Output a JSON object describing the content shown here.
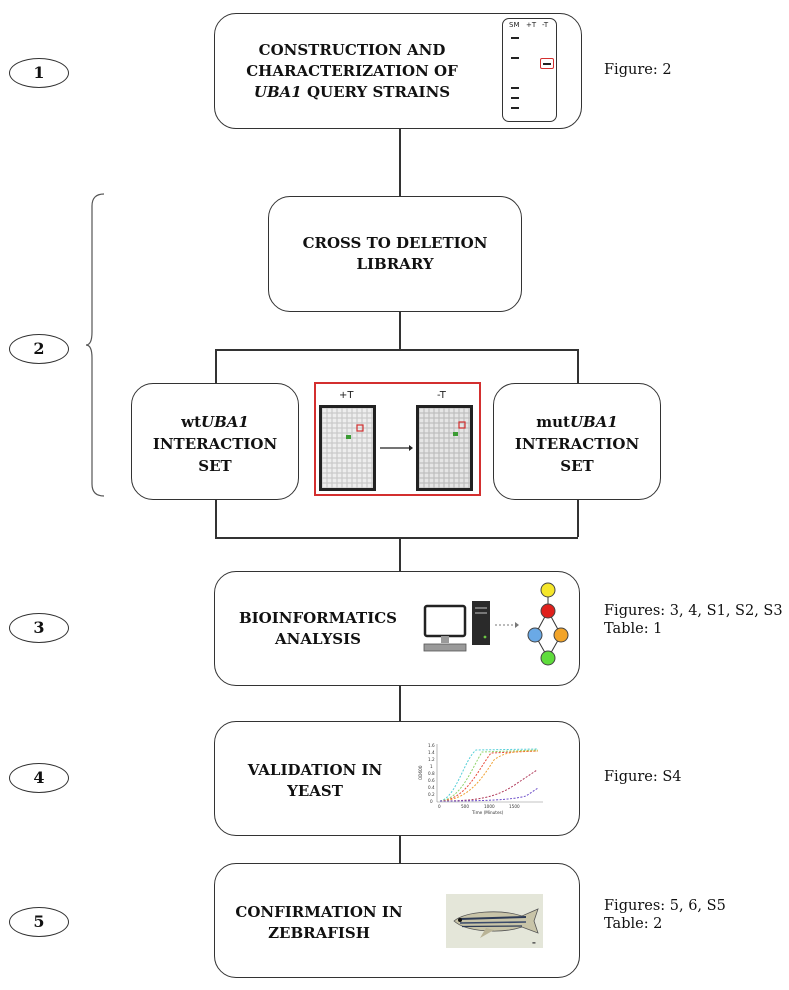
{
  "steps": [
    {
      "num": "1",
      "title_line1": "CONSTRUCTION AND",
      "title_line2": "CHARACTERIZATION OF",
      "title_line3_italic": "UBA1",
      "title_line3_rest": " QUERY STRAINS",
      "refs_line1": "Figure: 2",
      "refs_line2": ""
    },
    {
      "num": "2",
      "title_line1": "CROSS TO DELETION",
      "title_line2": "LIBRARY"
    },
    {
      "num": "3",
      "title_line1": "BIOINFORMATICS",
      "title_line2": "ANALYSIS",
      "refs_line1": "Figures: 3, 4, S1, S2, S3",
      "refs_line2": "Table: 1"
    },
    {
      "num": "4",
      "title_line1": "VALIDATION IN",
      "title_line2": "YEAST",
      "refs_line1": "Figure: S4",
      "refs_line2": ""
    },
    {
      "num": "5",
      "title_line1": "CONFIRMATION IN",
      "title_line2": "ZEBRAFISH",
      "refs_line1": "Figures: 5, 6, S5",
      "refs_line2": "Table: 2"
    }
  ],
  "interaction_sets": {
    "wt_prefix": "wt",
    "wt_gene": "UBA1",
    "wt_line2": "INTERACTION",
    "wt_line3": "SET",
    "mut_prefix": "mut",
    "mut_gene": "UBA1",
    "mut_line2": "INTERACTION",
    "mut_line3": "SET"
  },
  "gel": {
    "lane_labels": [
      "SM",
      "+T",
      "-T"
    ]
  },
  "plates": {
    "left_label": "+T",
    "right_label": "-T"
  },
  "growth_plot": {
    "ylabel": "OD600",
    "xlabel": "Time (Minutes)",
    "ytick_labels": [
      "1.6",
      "1.4",
      "1.2",
      "1",
      "0.8",
      "0.6",
      "0.4",
      "0.2",
      "0"
    ],
    "xtick_labels": [
      "0",
      "500",
      "1000",
      "1500"
    ]
  },
  "colors": {
    "line": "#333333",
    "highlight_red": "#d32f2f",
    "node_yellow": "#f5e62a",
    "node_red": "#e0201c",
    "node_blue": "#6aa9e6",
    "node_orange": "#f2a429",
    "node_green": "#5fdc3c"
  }
}
